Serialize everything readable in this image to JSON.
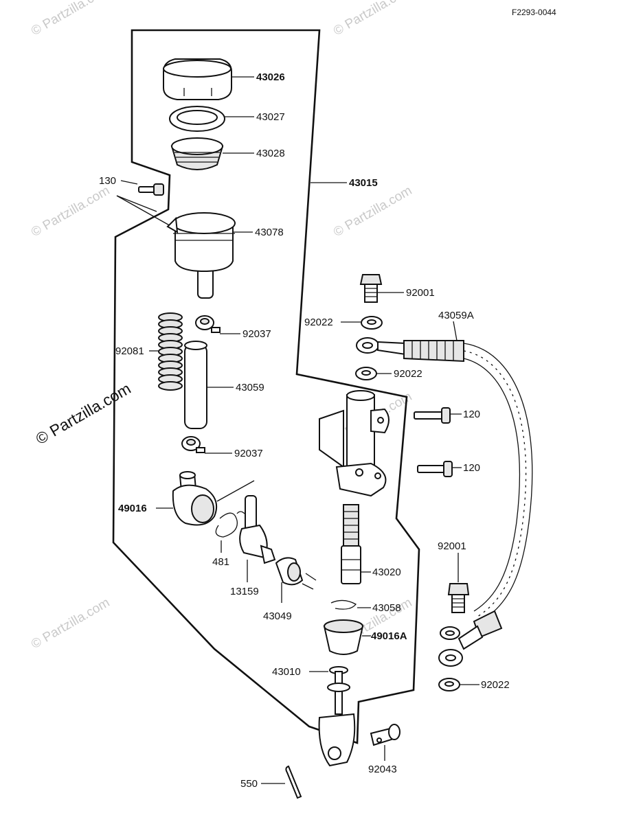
{
  "figure_ref": "F2293-0044",
  "watermark": "© Partzilla.com",
  "parts": {
    "cap": "43026",
    "plate": "43027",
    "diaphragm": "43028",
    "assembly": "43015",
    "screw_130": "130",
    "reservoir": "43078",
    "banjo_bolt_top": "92001",
    "hose": "43059A",
    "washer_top_a": "92022",
    "washer_top_b": "92022",
    "spring_92081": "92081",
    "clamp_top": "92037",
    "reservoir_hose": "43059",
    "clamp_bottom": "92037",
    "bolt_120_a": "120",
    "bolt_120_b": "120",
    "boot_49016": "49016",
    "circlip_481": "481",
    "fitting_13159": "13159",
    "oring_43049": "43049",
    "piston_43020": "43020",
    "clip_43058": "43058",
    "boot_49016A": "49016A",
    "pushrod_43010": "43010",
    "banjo_bolt_bottom": "92001",
    "washer_bottom": "92022",
    "cotter_550": "550",
    "pin_92043": "92043"
  }
}
